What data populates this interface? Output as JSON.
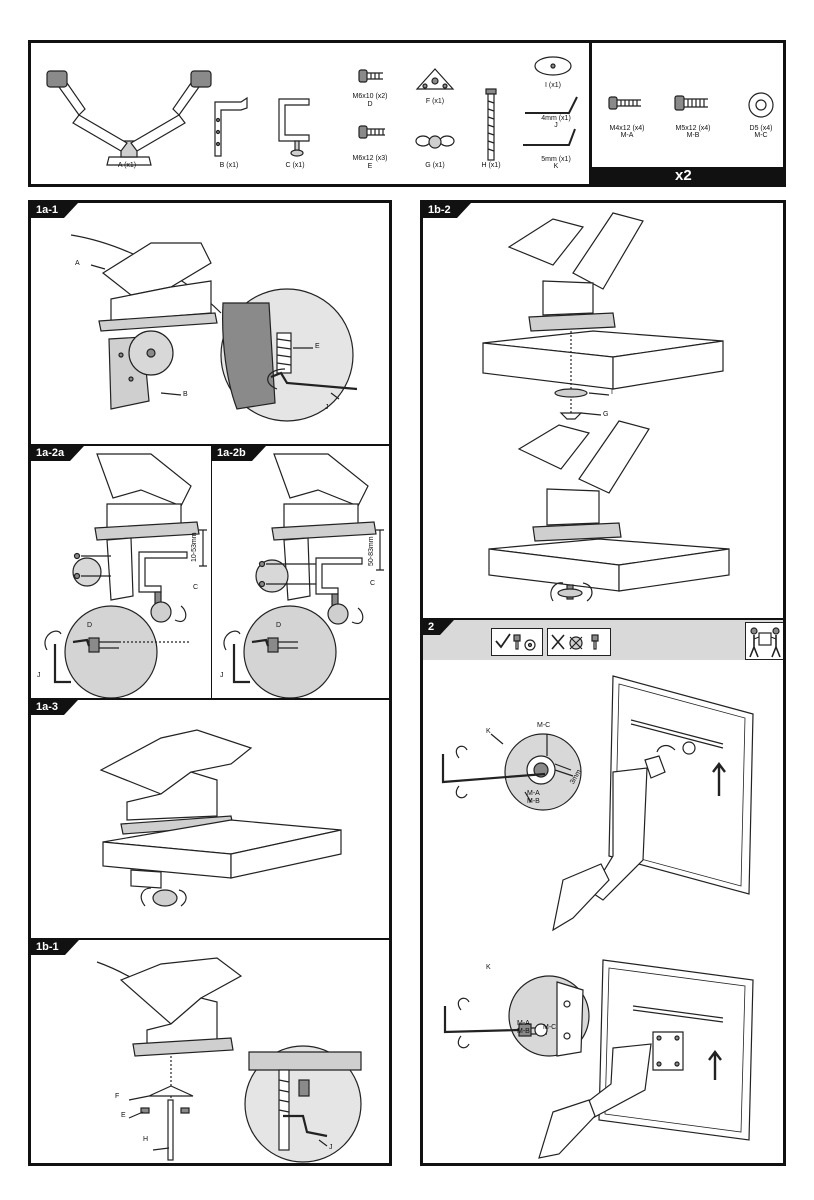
{
  "parts": {
    "A": "A (x1)",
    "B": "B (x1)",
    "C": "C (x1)",
    "D_name": "M6x10 (x2)",
    "D": "D",
    "E_name": "M6x12 (x3)",
    "E": "E",
    "F": "F (x1)",
    "G": "G (x1)",
    "H": "H (x1)",
    "I": "I (x1)",
    "J_name": "4mm (x1)",
    "J": "J",
    "K_name": "5mm (x1)",
    "K": "K"
  },
  "per_arm": {
    "MA_name": "M4x12 (x4)",
    "MA": "M-A",
    "MB_name": "M5x12 (x4)",
    "MB": "M-B",
    "MC_name": "D5 (x4)",
    "MC": "M-C",
    "multiplier": "x2"
  },
  "steps": {
    "s1a1": {
      "tag": "1a-1",
      "A": "A",
      "E": "E",
      "B": "B",
      "J": "J"
    },
    "s1a2a": {
      "tag": "1a-2a",
      "range": "10-53mm",
      "C": "C",
      "D": "D",
      "J": "J"
    },
    "s1a2b": {
      "tag": "1a-2b",
      "range": "50-83mm",
      "C": "C",
      "D": "D",
      "J": "J"
    },
    "s1a3": {
      "tag": "1a-3"
    },
    "s1b1": {
      "tag": "1b-1",
      "F": "F",
      "E": "E",
      "H": "H",
      "J": "J"
    },
    "s1b2": {
      "tag": "1b-2",
      "I": "I",
      "G": "G"
    },
    "s2": {
      "tag": "2",
      "K": "K",
      "MC": "M-C",
      "MA": "M-A",
      "MB": "M-B",
      "depth": "3mm",
      "K2": "K",
      "MA2": "M-A",
      "MB2": "M-B",
      "MC2": "M-C"
    }
  }
}
